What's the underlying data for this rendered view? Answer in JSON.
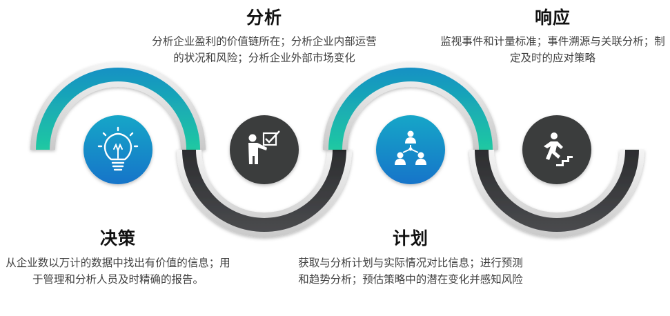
{
  "steps": [
    {
      "title": "决策",
      "description": "从企业数以万计的数据中找出有价值的信息；用于管理和分析人员及时精确的报告。",
      "icon": "lightbulb-icon",
      "theme": "teal"
    },
    {
      "title": "分析",
      "description": "分析企业盈利的价值链所在；分析企业内部运营的状况和风险；分析企业外部市场变化",
      "icon": "presenter-icon",
      "theme": "dark"
    },
    {
      "title": "计划",
      "description": "获取与分析计划与实际情况对比信息；进行预测和趋势分析；预估策略中的潜在变化并感知风险",
      "icon": "org-chart-icon",
      "theme": "teal"
    },
    {
      "title": "响应",
      "description": "监视事件和计量标准；事件溯源与关联分析；制定及时的应对策略",
      "icon": "running-stairs-icon",
      "theme": "dark"
    }
  ],
  "colors": {
    "teal_top": "#1aa0c8",
    "teal_bottom": "#1fc5a4",
    "dark": "#3a3b3d",
    "white": "#ffffff"
  }
}
